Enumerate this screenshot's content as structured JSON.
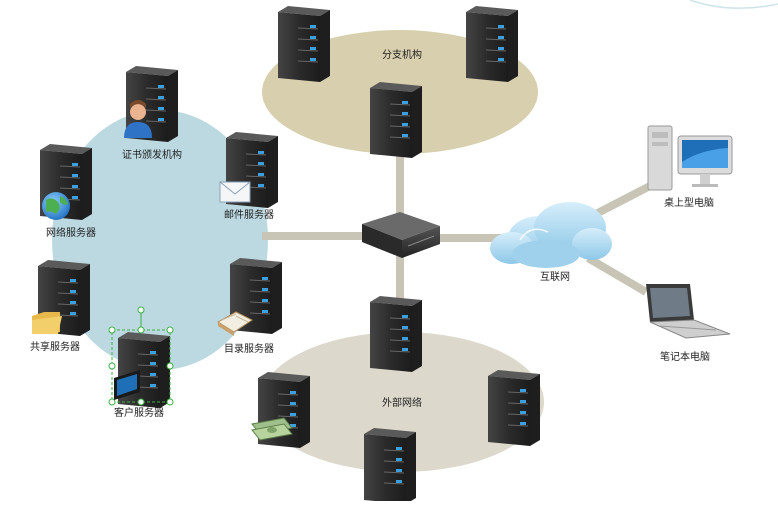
{
  "zones": {
    "branch": {
      "label": "分支机构"
    },
    "left_cluster": {
      "label": ""
    },
    "external": {
      "label": "外部网络"
    }
  },
  "nodes": {
    "cert_authority": {
      "label": "证书颁发机构",
      "icon": "person-icon"
    },
    "mail_server": {
      "label": "邮件服务器",
      "icon": "envelope-icon"
    },
    "web_server": {
      "label": "网络服务器",
      "icon": "globe-icon"
    },
    "directory_server": {
      "label": "目录服务器",
      "icon": "book-icon"
    },
    "file_share_server": {
      "label": "共享服务器",
      "icon": "folder-icon"
    },
    "client_server": {
      "label": "客户服务器",
      "icon": "monitor-icon"
    },
    "internet": {
      "label": "互联网",
      "icon": "cloud-icon"
    },
    "desktop": {
      "label": "桌上型电脑",
      "icon": "desktop-computer-icon"
    },
    "laptop": {
      "label": "笔记本电脑",
      "icon": "laptop-icon"
    },
    "router": {
      "label": "",
      "icon": "router-icon"
    }
  },
  "colors": {
    "branch_zone": "#d8cfae",
    "left_zone": "#bcd9e1",
    "external_zone": "#ddd8cc",
    "link": "#c9c5b6",
    "server_body": "#2e2e2e",
    "server_led": "#3aa0e0",
    "cloud": "#a9d7ef",
    "selection": "#3cb043"
  }
}
